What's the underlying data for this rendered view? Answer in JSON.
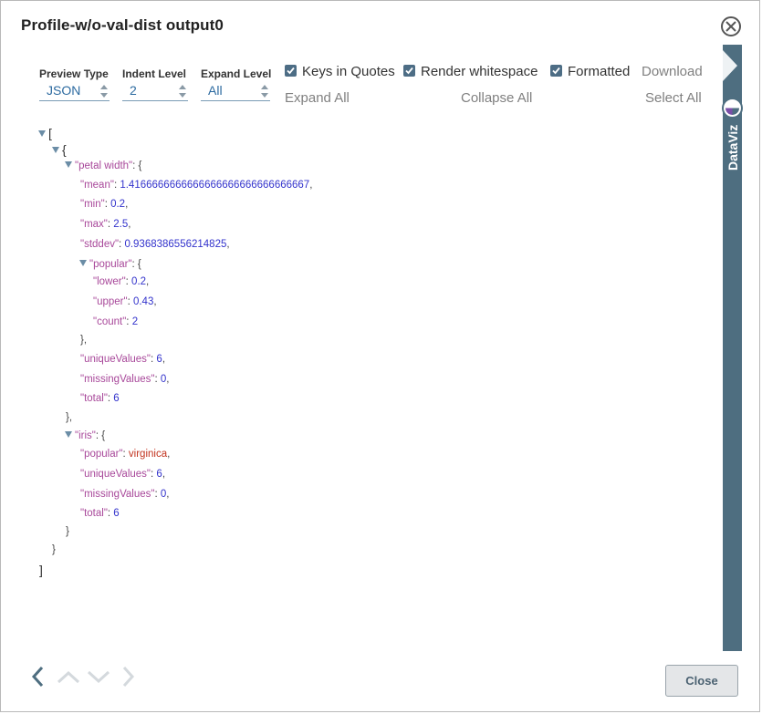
{
  "dialog": {
    "title": "Profile-w/o-val-dist output0"
  },
  "toolbar": {
    "preview_type": {
      "label": "Preview Type",
      "value": "JSON"
    },
    "indent_level": {
      "label": "Indent Level",
      "value": "2"
    },
    "expand_level": {
      "label": "Expand Level",
      "value": "All"
    },
    "keys_in_quotes": {
      "label": "Keys in Quotes",
      "checked": true
    },
    "render_whitespace": {
      "label": "Render whitespace",
      "checked": true
    },
    "formatted": {
      "label": "Formatted",
      "checked": true
    },
    "download": "Download",
    "expand_all": "Expand All",
    "collapse_all": "Collapse All",
    "select_all": "Select All"
  },
  "json_view": {
    "open_array": "[",
    "close_array": "]",
    "open_obj": "{",
    "close_obj": "}",
    "close_obj_comma": "},",
    "petal_width_key": "\"petal width\"",
    "mean_key": "\"mean\"",
    "mean_val": "1.4166666666666666666666666666667",
    "min_key": "\"min\"",
    "min_val": "0.2",
    "max_key": "\"max\"",
    "max_val": "2.5",
    "stddev_key": "\"stddev\"",
    "stddev_val": "0.9368386556214825",
    "popular_key": "\"popular\"",
    "lower_key": "\"lower\"",
    "lower_val": "0.2",
    "upper_key": "\"upper\"",
    "upper_val": "0.43",
    "count_key": "\"count\"",
    "count_val": "2",
    "unique_key": "\"uniqueValues\"",
    "unique_val_1": "6",
    "missing_key": "\"missingValues\"",
    "missing_val_1": "0",
    "total_key": "\"total\"",
    "total_val_1": "6",
    "iris_key": "\"iris\"",
    "iris_popular_val": "virginica",
    "unique_val_2": "6",
    "missing_val_2": "0",
    "total_val_2": "6"
  },
  "sidebar": {
    "label": "DataViz"
  },
  "footer": {
    "close_label": "Close"
  },
  "colors": {
    "accent": "#4e6e80",
    "key": "#a8489a",
    "number": "#3333cc",
    "string": "#c2341f"
  }
}
